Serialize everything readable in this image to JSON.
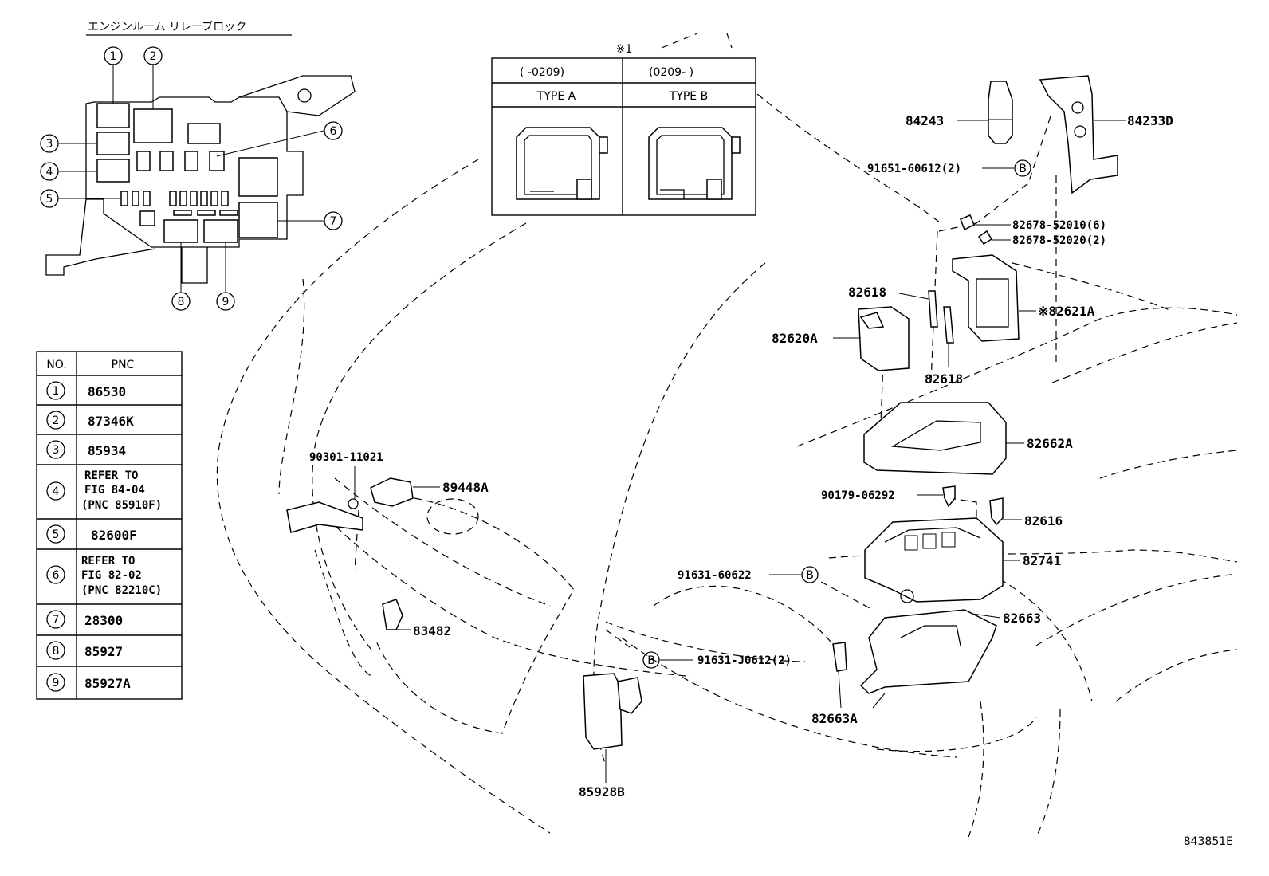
{
  "relay_block": {
    "title": "エンジンルーム リレーブロック",
    "callouts": [
      "1",
      "2",
      "3",
      "4",
      "5",
      "6",
      "7",
      "8",
      "9"
    ]
  },
  "pnc_table": {
    "col_no": "NO.",
    "col_pnc": "PNC",
    "rows": [
      {
        "no": "1",
        "lines": [
          "86530"
        ]
      },
      {
        "no": "2",
        "lines": [
          "87346K"
        ]
      },
      {
        "no": "3",
        "lines": [
          "85934"
        ]
      },
      {
        "no": "4",
        "lines": [
          "REFER TO",
          "FIG 84-04",
          "(PNC 85910F)"
        ]
      },
      {
        "no": "5",
        "lines": [
          "82600F"
        ]
      },
      {
        "no": "6",
        "lines": [
          "REFER TO",
          "FIG 82-02",
          "(PNC 82210C)"
        ]
      },
      {
        "no": "7",
        "lines": [
          "28300"
        ]
      },
      {
        "no": "8",
        "lines": [
          "85927"
        ]
      },
      {
        "no": "9",
        "lines": [
          "85927A"
        ]
      }
    ]
  },
  "type_table": {
    "note_mark": "※1",
    "col_a_range": "(   -0209)",
    "col_b_range": "(0209-   )",
    "col_a_type": "TYPE A",
    "col_b_type": "TYPE B"
  },
  "parts": {
    "p84243": "84243",
    "p84233D": "84233D",
    "p91651": "91651-60612(2)",
    "b1": "B",
    "p82678a": "82678-52010(6)",
    "p82678b": "82678-52020(2)",
    "p82618a": "82618",
    "p82621A": "※82621A",
    "p82620A": "82620A",
    "p82618b": "82618",
    "p82662A": "82662A",
    "p90179": "90179-06292",
    "p82616": "82616",
    "p82741": "82741",
    "p91631a": "91631-60622",
    "b2": "B",
    "p82663": "82663",
    "b3": "B",
    "p91631b": "91631-J0612(2)",
    "p82663A": "82663A",
    "p85928B": "85928B",
    "p90301": "90301-11021",
    "p89448A": "89448A",
    "p83482": "83482"
  },
  "figure_id": "843851E"
}
